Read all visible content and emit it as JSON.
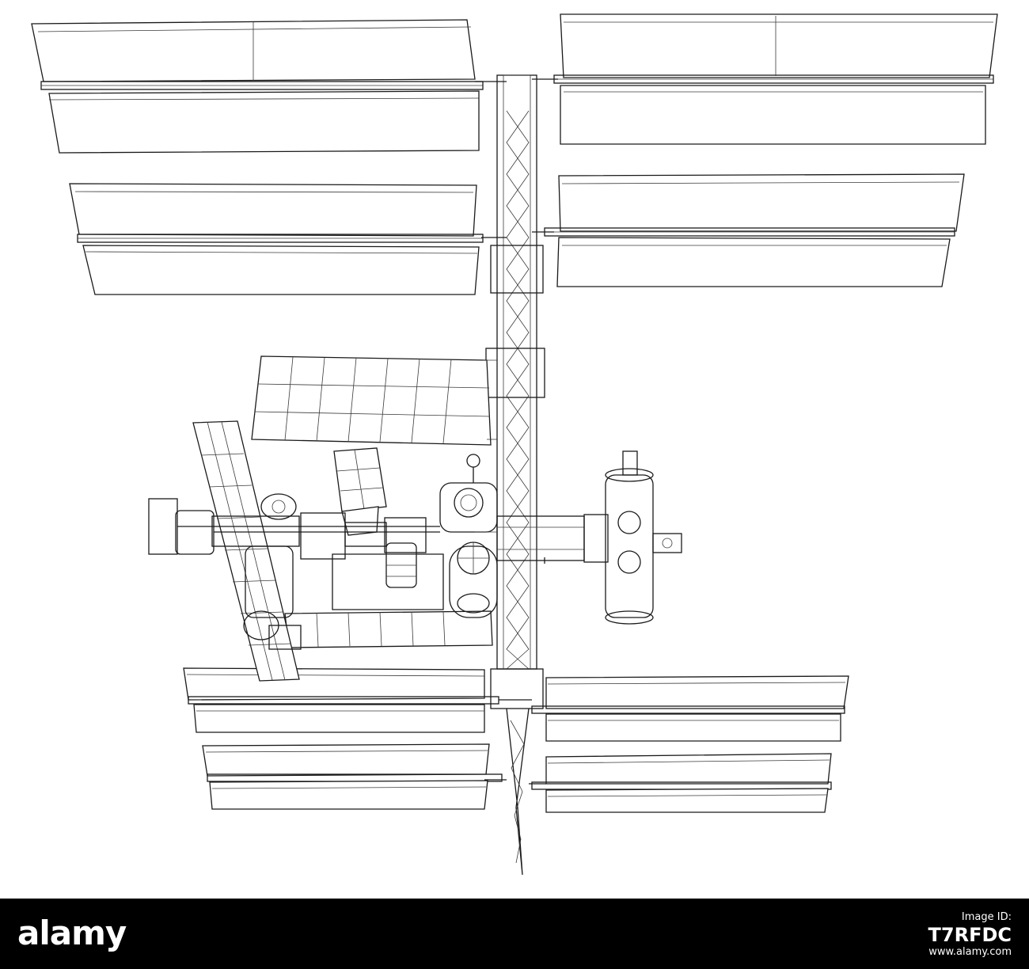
{
  "watermark": {
    "logo_text": "alamy",
    "id_label": "Image ID:",
    "id_code": "T7RFDC",
    "url": "www.alamy.com"
  },
  "colors": {
    "background": "#ffffff",
    "line": "#1a1a1a",
    "watermark_bar": "#000000",
    "watermark_text": "#ffffff"
  }
}
